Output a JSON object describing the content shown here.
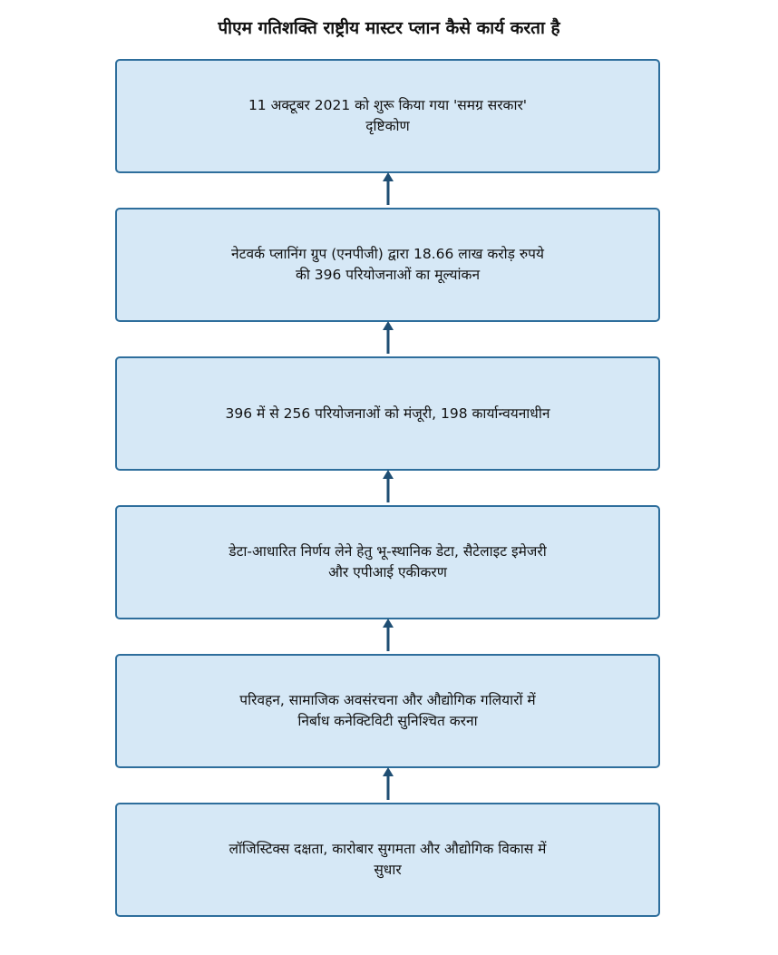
{
  "title": "पीएम गतिशक्ति राष्ट्रीय मास्टर प्लान कैसे कार्य करता है",
  "colors": {
    "box_fill": "#d6e8f6",
    "box_border": "#2e6e9c",
    "arrow": "#1f4e73"
  },
  "flow": {
    "direction": "bottom-to-top",
    "steps": [
      {
        "text": "11 अक्टूबर 2021 को शुरू किया गया 'समग्र सरकार' दृष्टिकोण"
      },
      {
        "text": "नेटवर्क प्लानिंग ग्रुप (एनपीजी) द्वारा 18.66 लाख करोड़ रुपये की 396 परियोजनाओं का मूल्यांकन"
      },
      {
        "text": "396 में से 256 परियोजनाओं को मंजूरी, 198 कार्यान्वयनाधीन"
      },
      {
        "text": "डेटा-आधारित निर्णय लेने हेतु भू-स्थानिक डेटा, सैटेलाइट इमेजरी और एपीआई एकीकरण"
      },
      {
        "text": "परिवहन, सामाजिक अवसंरचना और औद्योगिक गलियारों में निर्बाध कनेक्टिविटी सुनिश्चित करना"
      },
      {
        "text": "लॉजिस्टिक्स दक्षता, कारोबार सुगमता और औद्योगिक विकास में सुधार"
      }
    ]
  }
}
